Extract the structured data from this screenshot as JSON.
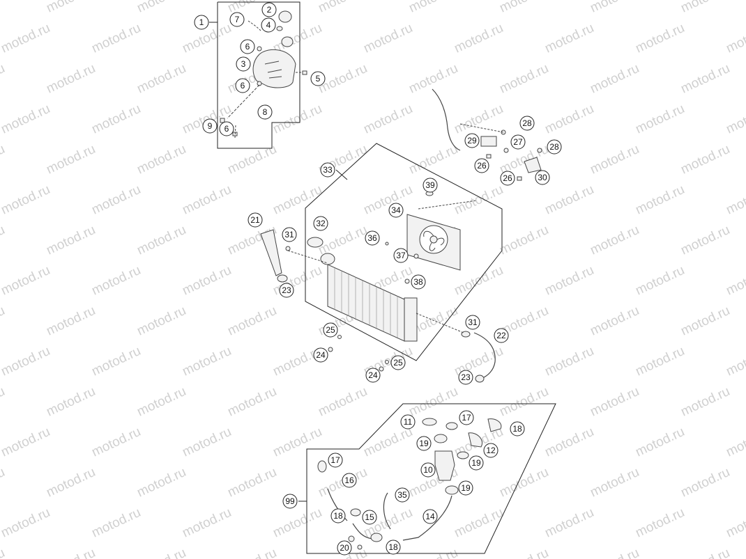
{
  "watermark": "motod.ru",
  "colors": {
    "line": "#222222",
    "part": "#555555",
    "watermark": "#d0d0d0",
    "background": "#ffffff"
  },
  "callouts": [
    {
      "id": "c1",
      "label": "1"
    },
    {
      "id": "c2",
      "label": "2"
    },
    {
      "id": "c3",
      "label": "3"
    },
    {
      "id": "c4",
      "label": "4"
    },
    {
      "id": "c5",
      "label": "5"
    },
    {
      "id": "c6a",
      "label": "6"
    },
    {
      "id": "c6b",
      "label": "6"
    },
    {
      "id": "c6c",
      "label": "6"
    },
    {
      "id": "c7",
      "label": "7"
    },
    {
      "id": "c8",
      "label": "8"
    },
    {
      "id": "c9",
      "label": "9"
    },
    {
      "id": "c33",
      "label": "33"
    },
    {
      "id": "c21",
      "label": "21"
    },
    {
      "id": "c31a",
      "label": "31"
    },
    {
      "id": "c32",
      "label": "32"
    },
    {
      "id": "c23a",
      "label": "23"
    },
    {
      "id": "c36",
      "label": "36"
    },
    {
      "id": "c34",
      "label": "34"
    },
    {
      "id": "c39",
      "label": "39"
    },
    {
      "id": "c37",
      "label": "37"
    },
    {
      "id": "c38",
      "label": "38"
    },
    {
      "id": "c25a",
      "label": "25"
    },
    {
      "id": "c24a",
      "label": "24"
    },
    {
      "id": "c25b",
      "label": "25"
    },
    {
      "id": "c24b",
      "label": "24"
    },
    {
      "id": "c31b",
      "label": "31"
    },
    {
      "id": "c22",
      "label": "22"
    },
    {
      "id": "c23b",
      "label": "23"
    },
    {
      "id": "c28a",
      "label": "28"
    },
    {
      "id": "c29",
      "label": "29"
    },
    {
      "id": "c27",
      "label": "27"
    },
    {
      "id": "c28b",
      "label": "28"
    },
    {
      "id": "c26a",
      "label": "26"
    },
    {
      "id": "c26b",
      "label": "26"
    },
    {
      "id": "c30",
      "label": "30"
    },
    {
      "id": "c11",
      "label": "11"
    },
    {
      "id": "c17a",
      "label": "17"
    },
    {
      "id": "c18a",
      "label": "18"
    },
    {
      "id": "c19a",
      "label": "19"
    },
    {
      "id": "c12",
      "label": "12"
    },
    {
      "id": "c19b",
      "label": "19"
    },
    {
      "id": "c10",
      "label": "10"
    },
    {
      "id": "c19c",
      "label": "19"
    },
    {
      "id": "c17b",
      "label": "17"
    },
    {
      "id": "c16",
      "label": "16"
    },
    {
      "id": "c99",
      "label": "99"
    },
    {
      "id": "c35",
      "label": "35"
    },
    {
      "id": "c14",
      "label": "14"
    },
    {
      "id": "c18b",
      "label": "18"
    },
    {
      "id": "c15",
      "label": "15"
    },
    {
      "id": "c20",
      "label": "20"
    },
    {
      "id": "c18c",
      "label": "18"
    }
  ]
}
